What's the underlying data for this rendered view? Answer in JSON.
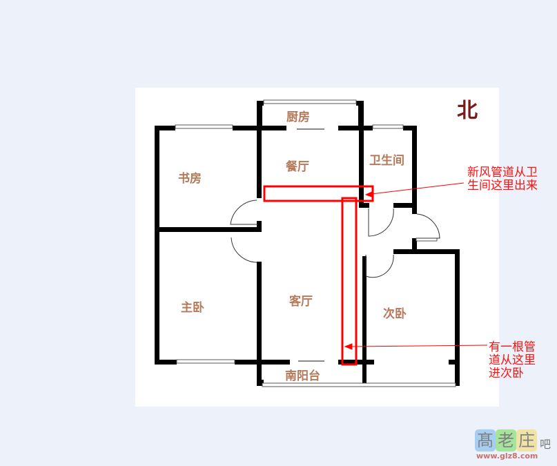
{
  "plan": {
    "compass": "北",
    "rooms": [
      {
        "id": "kitchen",
        "label": "厨房"
      },
      {
        "id": "study",
        "label": "书房"
      },
      {
        "id": "dining",
        "label": "餐厅"
      },
      {
        "id": "bathroom",
        "label": "卫生间"
      },
      {
        "id": "master-bedroom",
        "label": "主卧"
      },
      {
        "id": "living-room",
        "label": "客厅"
      },
      {
        "id": "second-bedroom",
        "label": "次卧"
      },
      {
        "id": "south-balcony",
        "label": "南阳台"
      }
    ]
  },
  "annotations": [
    {
      "text": "新风管道从卫\n生间这里出来",
      "color": "#ff1010"
    },
    {
      "text": "有一根管\n道从这里\n进次卧",
      "color": "#ff1010"
    }
  ],
  "watermark": {
    "chars": [
      "髙",
      "老",
      "庄"
    ],
    "suffix": "吧",
    "url": "www.glz8.com",
    "colors": [
      "#8fc3f0",
      "#8ee07a",
      "#f3de8a"
    ]
  }
}
